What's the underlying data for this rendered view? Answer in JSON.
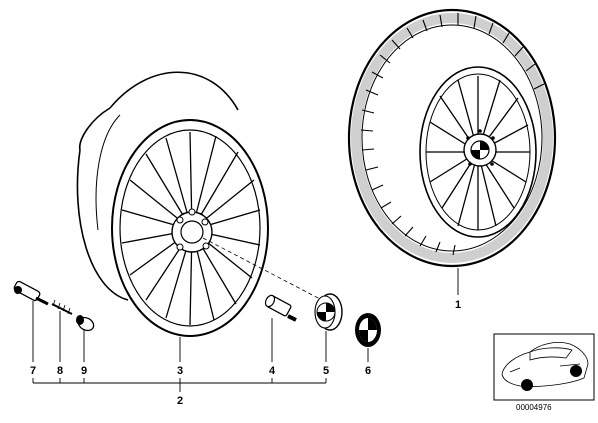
{
  "diagram": {
    "callouts": [
      "1",
      "2",
      "3",
      "4",
      "5",
      "6",
      "7",
      "8",
      "9"
    ],
    "inset_reference": "00004976"
  },
  "colors": {
    "ink": "#000000",
    "background": "#ffffff",
    "tire_shade": "#cfcfcf"
  }
}
